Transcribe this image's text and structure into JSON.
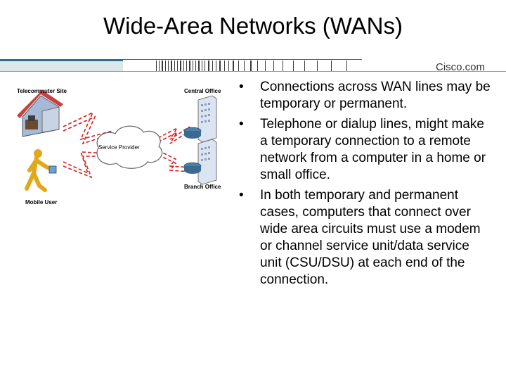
{
  "slide": {
    "title": "Wide-Area Networks (WANs)",
    "brand": "Cisco.com",
    "bullet_symbol": "•",
    "bullets": [
      "Connections across WAN lines may be temporary or permanent.",
      "Telephone or dialup lines, might make a temporary connection to a remote network from a computer in a home or small office.",
      "In both temporary and permanent cases, computers that connect over wide area circuits must use a modem or channel service unit/data service unit (CSU/DSU) at each end of the connection."
    ]
  },
  "diagram": {
    "telecommuter": "Telecommuter Site",
    "central": "Central Office",
    "provider": "Service Provider",
    "branch": "Branch Office",
    "mobile": "Mobile User"
  },
  "colors": {
    "link": "#d62020",
    "banner": "#2e6f87",
    "cloud_stroke": "#666666"
  }
}
